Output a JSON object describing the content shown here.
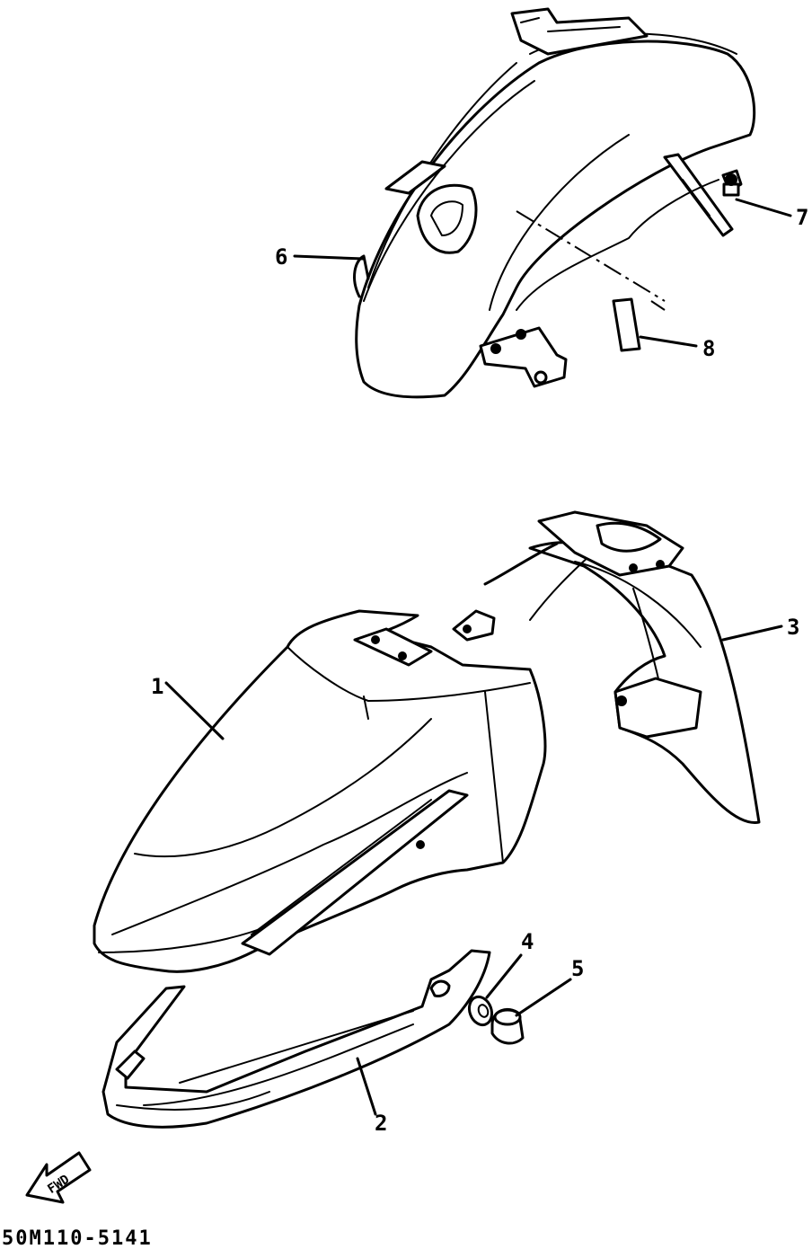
{
  "callouts": {
    "p1": "1",
    "p2": "2",
    "p3": "3",
    "p4": "4",
    "p5": "5",
    "p6": "6",
    "p7": "7",
    "p8": "8"
  },
  "direction_label": "FWD",
  "drawing_code": "50M110-5141"
}
